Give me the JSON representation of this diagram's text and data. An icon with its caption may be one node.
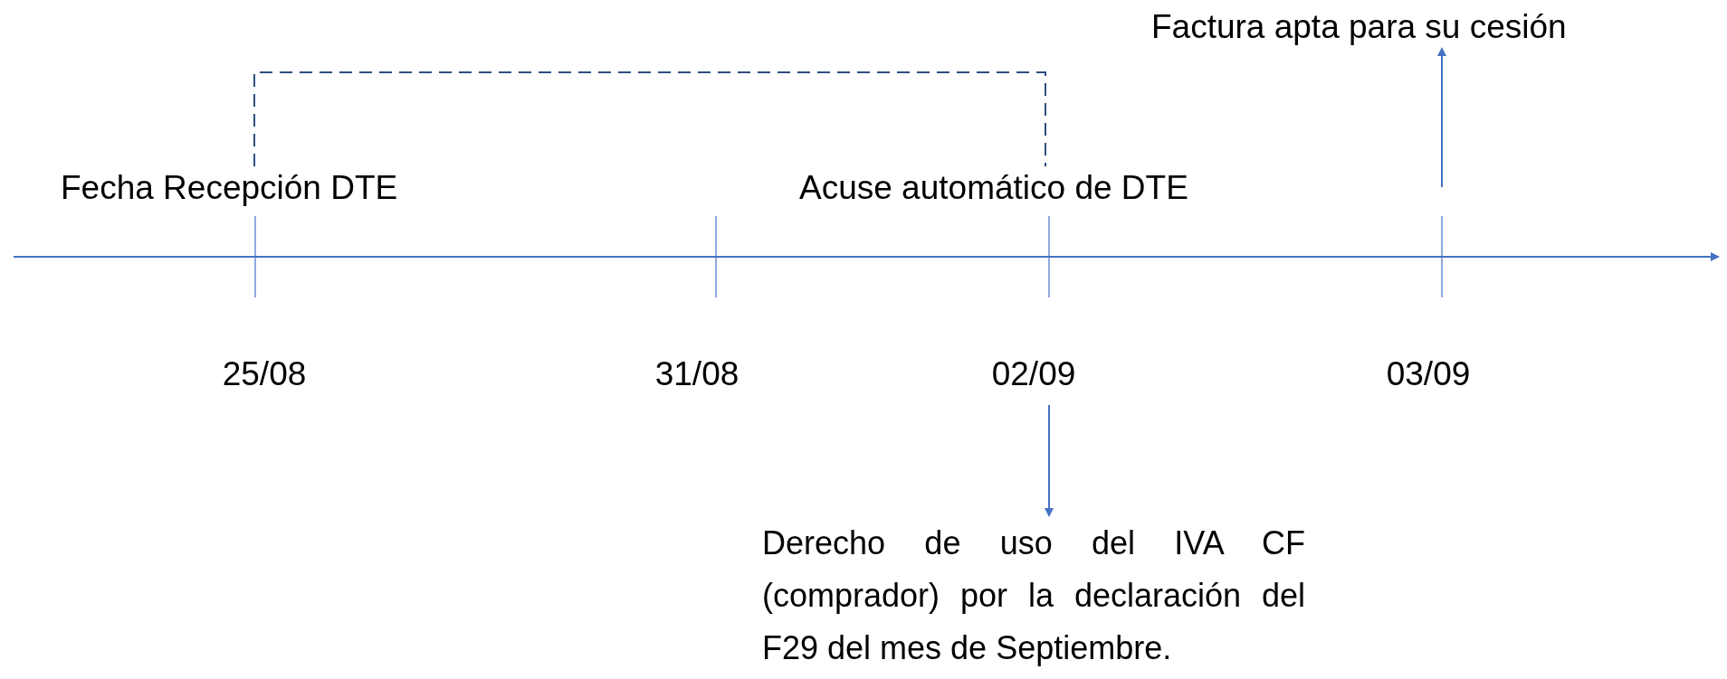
{
  "diagram": {
    "nodes": [
      {
        "text": [
          "Factura apta para su cesión"
        ]
      },
      {
        "text": [
          "Fecha Recepción DTE"
        ]
      },
      {
        "text": [
          "Acuse automático de DTE"
        ]
      },
      {
        "text": [
          "25/08"
        ]
      },
      {
        "text": [
          "31/08"
        ]
      },
      {
        "text": [
          "02/09"
        ]
      },
      {
        "text": [
          "03/09"
        ]
      },
      {
        "text": [
          "Derecho de uso del IVA CF (comprador) por la declaración del F29 del mes de Septiembre."
        ]
      }
    ],
    "edges": [
      {
        "from": 5,
        "to": 7,
        "arrow": "to"
      },
      {
        "from": null,
        "to": 0,
        "arrow": "to"
      },
      {
        "from": 1,
        "to": 2,
        "arrow": "none",
        "style": "dashed"
      }
    ]
  }
}
